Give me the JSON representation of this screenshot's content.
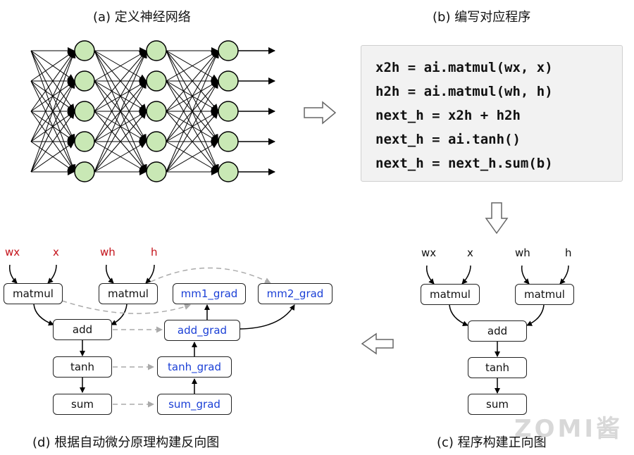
{
  "captions": {
    "a": "(a) 定义神经网络",
    "b": "(b) 编写对应程序",
    "c": "(c) 程序构建正向图",
    "d": "(d) 根据自动微分原理构建反向图"
  },
  "code_lines": [
    "x2h = ai.matmul(wx, x)",
    "h2h = ai.matmul(wh, h)",
    "next_h = x2h + h2h",
    "next_h = ai.tanh()",
    "next_h = next_h.sum(b)"
  ],
  "forward_graph": {
    "inputs": [
      "wx",
      "x",
      "wh",
      "h"
    ],
    "nodes": {
      "matmul1": "matmul",
      "matmul2": "matmul",
      "add": "add",
      "tanh": "tanh",
      "sum": "sum"
    }
  },
  "backward_graph": {
    "inputs": [
      "wx",
      "x",
      "wh",
      "h"
    ],
    "forward_nodes": {
      "matmul1": "matmul",
      "matmul2": "matmul",
      "add": "add",
      "tanh": "tanh",
      "sum": "sum"
    },
    "grad_nodes": {
      "mm1_grad": "mm1_grad",
      "mm2_grad": "mm2_grad",
      "add_grad": "add_grad",
      "tanh_grad": "tanh_grad",
      "sum_grad": "sum_grad"
    }
  },
  "neural_net": {
    "layers": 3,
    "neurons_per_layer": 5
  },
  "colors": {
    "neuron_fill": "#c9e8b5",
    "grad_text": "#1a3fd6",
    "input_red": "#c4121a",
    "code_bg": "#f2f2f2"
  },
  "watermark": "ZOMI酱"
}
